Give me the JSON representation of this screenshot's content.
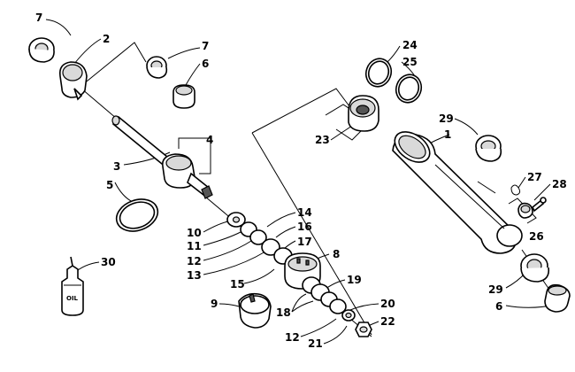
{
  "diagram": {
    "oil_bottle_text": "OIL",
    "callouts": [
      {
        "id": "c7a",
        "text": "7"
      },
      {
        "id": "c2",
        "text": "2"
      },
      {
        "id": "c7b",
        "text": "7"
      },
      {
        "id": "c6a",
        "text": "6"
      },
      {
        "id": "c4",
        "text": "4"
      },
      {
        "id": "c3",
        "text": "3"
      },
      {
        "id": "c5",
        "text": "5"
      },
      {
        "id": "c10",
        "text": "10"
      },
      {
        "id": "c11",
        "text": "11"
      },
      {
        "id": "c12a",
        "text": "12"
      },
      {
        "id": "c13",
        "text": "13"
      },
      {
        "id": "c14",
        "text": "14"
      },
      {
        "id": "c16",
        "text": "16"
      },
      {
        "id": "c17",
        "text": "17"
      },
      {
        "id": "c8",
        "text": "8"
      },
      {
        "id": "c15",
        "text": "15"
      },
      {
        "id": "c19",
        "text": "19"
      },
      {
        "id": "c9",
        "text": "9"
      },
      {
        "id": "c18",
        "text": "18"
      },
      {
        "id": "c20",
        "text": "20"
      },
      {
        "id": "c22",
        "text": "22"
      },
      {
        "id": "c12b",
        "text": "12"
      },
      {
        "id": "c21",
        "text": "21"
      },
      {
        "id": "c24",
        "text": "24"
      },
      {
        "id": "c25",
        "text": "25"
      },
      {
        "id": "c23",
        "text": "23"
      },
      {
        "id": "c29a",
        "text": "29"
      },
      {
        "id": "c1",
        "text": "1"
      },
      {
        "id": "c27",
        "text": "27"
      },
      {
        "id": "c28",
        "text": "28"
      },
      {
        "id": "c26",
        "text": "26"
      },
      {
        "id": "c29b",
        "text": "29"
      },
      {
        "id": "c6b",
        "text": "6"
      },
      {
        "id": "c30",
        "text": "30"
      }
    ]
  }
}
